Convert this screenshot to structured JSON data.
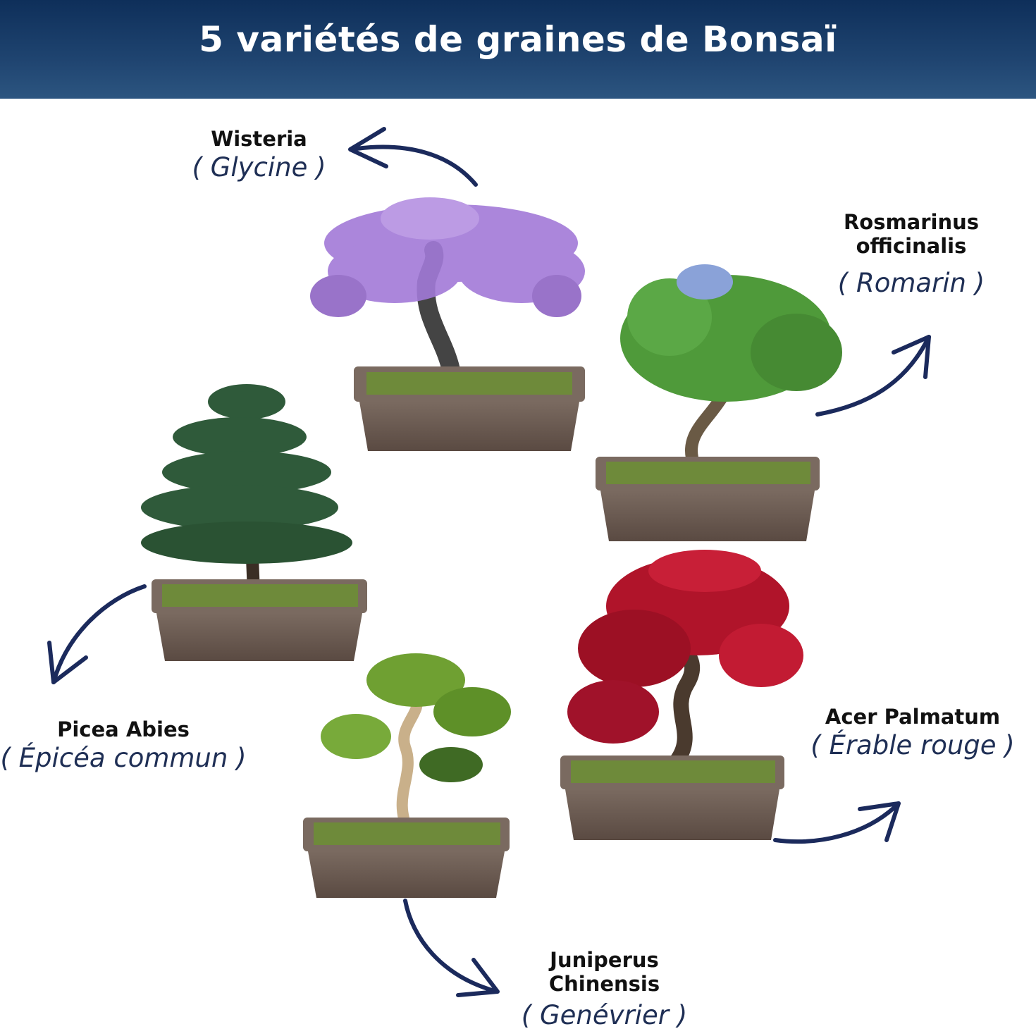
{
  "header": {
    "title": "5 variétés de graines de Bonsaï"
  },
  "varieties": [
    {
      "latin": "Wisteria",
      "common": "( Glycine )"
    },
    {
      "latin": "Rosmarinus officinalis",
      "common": "( Romarin )"
    },
    {
      "latin": "Picea Abies",
      "common": "( Épicéa commun )"
    },
    {
      "latin": "Acer Palmatum",
      "common": "( Érable rouge )"
    },
    {
      "latin": "Juniperus Chinensis",
      "common": "( Genévrier )"
    }
  ],
  "colors": {
    "header": "#1f4470",
    "arrow": "#1b2a5c",
    "pot": "#6b5a50",
    "wisteria": "#9b6fd0",
    "rosemary": "#4f9a3a",
    "spruce": "#2f5a3a",
    "maple": "#b0142a",
    "juniper": "#6fa032"
  }
}
